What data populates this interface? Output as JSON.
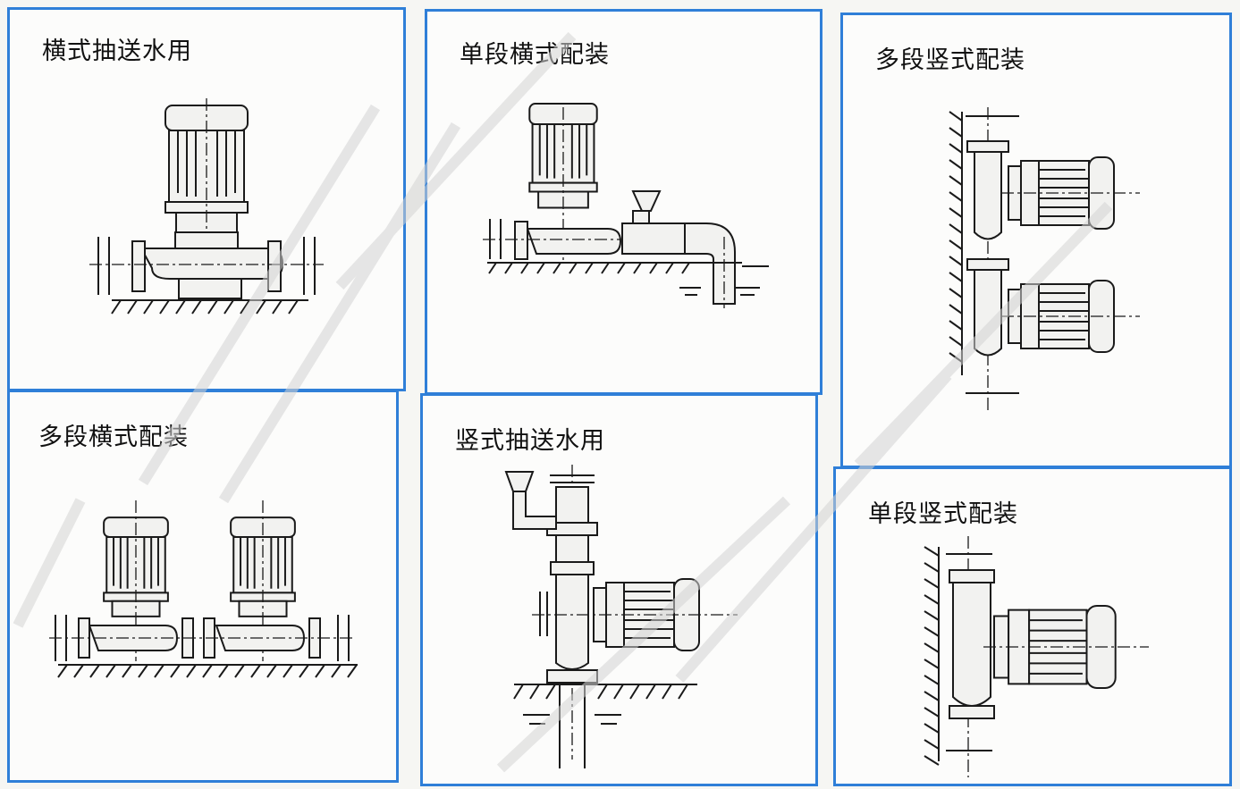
{
  "panels": {
    "p1": {
      "label": "横式抽送水用"
    },
    "p2": {
      "label": "单段横式配装"
    },
    "p3": {
      "label": "多段竖式配装"
    },
    "p4": {
      "label": "多段横式配装"
    },
    "p5": {
      "label": "竖式抽送水用"
    },
    "p6": {
      "label": "单段竖式配装"
    }
  },
  "colors": {
    "border": "#2f7fd8",
    "line": "#1a1a1a",
    "background": "#fcfcfb"
  }
}
